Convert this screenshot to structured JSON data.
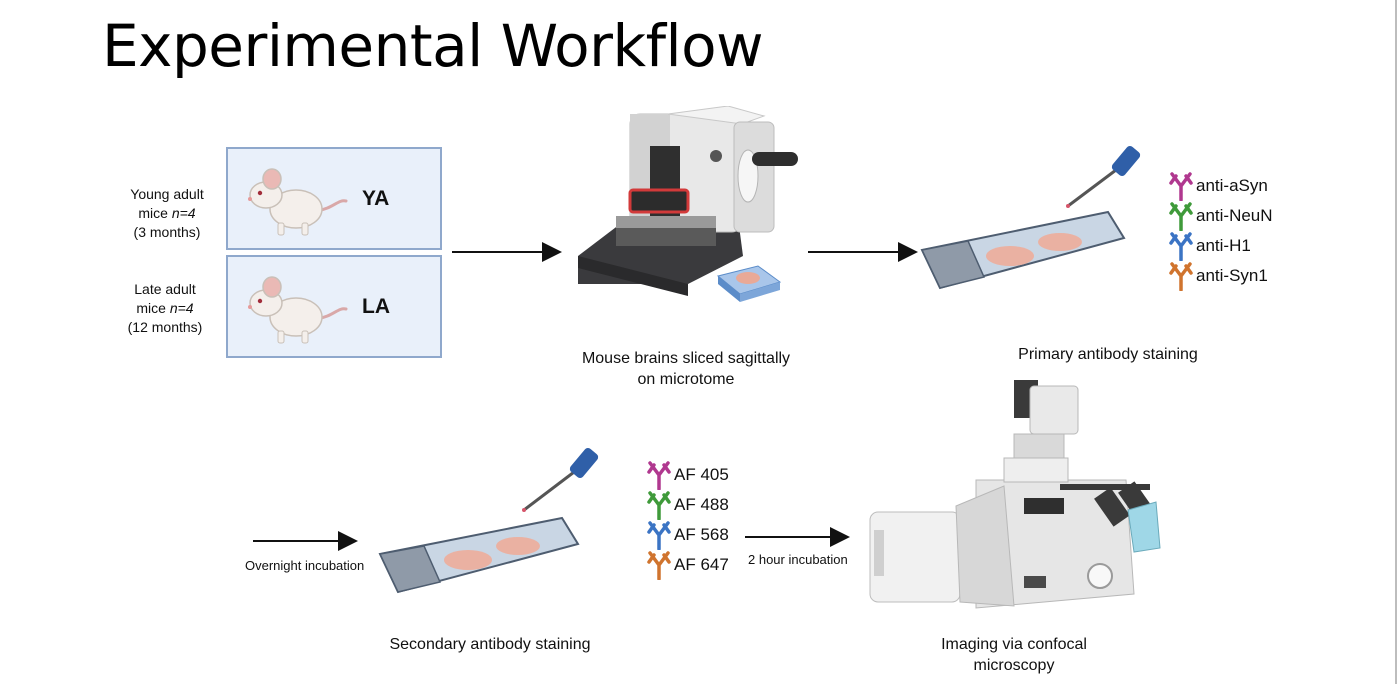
{
  "title": "Experimental Workflow",
  "groups": [
    {
      "line1": "Young adult",
      "line2_prefix": "mice ",
      "line2_n": "n=4",
      "line3": "(3 months)",
      "code": "YA"
    },
    {
      "line1": "Late adult",
      "line2_prefix": "mice ",
      "line2_n": "n=4",
      "line3": "(12 months)",
      "code": "LA"
    }
  ],
  "steps": {
    "slicing": {
      "line1": "Mouse brains sliced sagittally",
      "line2": "on microtome"
    },
    "primary": {
      "label": "Primary antibody staining"
    },
    "secondary": {
      "label": "Secondary antibody staining"
    },
    "imaging": {
      "line1": "Imaging via confocal",
      "line2": "microscopy"
    }
  },
  "primary_antibodies": [
    {
      "label": "anti-aSyn",
      "color": "#b0388f"
    },
    {
      "label": "anti-NeuN",
      "color": "#3f9a3a"
    },
    {
      "label": "anti-H1",
      "color": "#3b74c4"
    },
    {
      "label": "anti-Syn1",
      "color": "#d0742e"
    }
  ],
  "secondary_antibodies": [
    {
      "label": "AF 405",
      "color": "#b0388f"
    },
    {
      "label": "AF 488",
      "color": "#3f9a3a"
    },
    {
      "label": "AF 568",
      "color": "#3b74c4"
    },
    {
      "label": "AF 647",
      "color": "#d0742e"
    }
  ],
  "arrows": {
    "overnight": "Overnight incubation",
    "two_hour": "2 hour incubation"
  }
}
